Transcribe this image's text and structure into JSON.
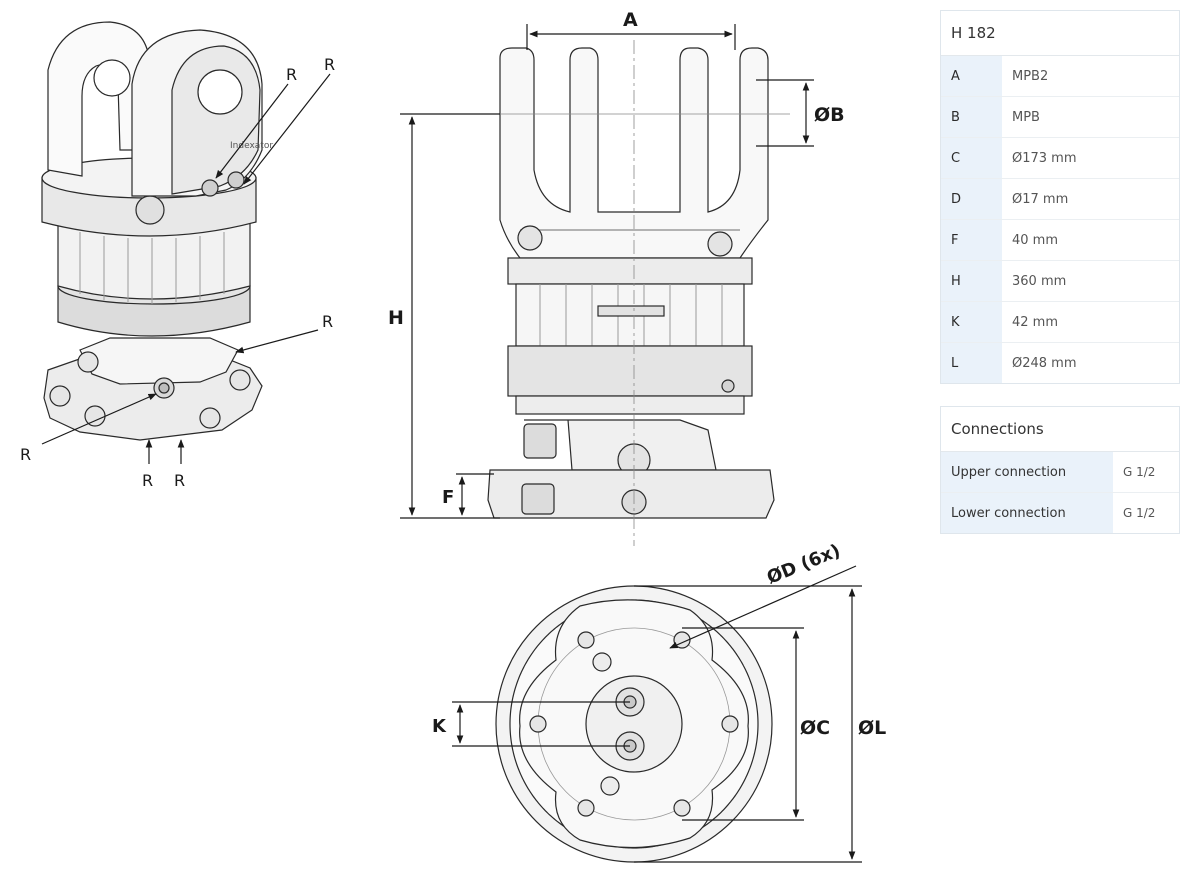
{
  "spec_table": {
    "title": "H 182",
    "rows": [
      {
        "key": "A",
        "value": "MPB2"
      },
      {
        "key": "B",
        "value": "MPB"
      },
      {
        "key": "C",
        "value": "Ø173 mm"
      },
      {
        "key": "D",
        "value": "Ø17 mm"
      },
      {
        "key": "F",
        "value": "40 mm"
      },
      {
        "key": "H",
        "value": "360 mm"
      },
      {
        "key": "K",
        "value": "42 mm"
      },
      {
        "key": "L",
        "value": "Ø248 mm"
      }
    ]
  },
  "connections_table": {
    "title": "Connections",
    "rows": [
      {
        "key": "Upper connection",
        "value": "G 1/2"
      },
      {
        "key": "Lower connection",
        "value": "G 1/2"
      }
    ]
  },
  "drawing": {
    "port_label": "R",
    "dim_A": "A",
    "dim_B": "ØB",
    "dim_H": "H",
    "dim_F": "F",
    "dim_D": "ØD (6x)",
    "dim_K": "K",
    "dim_C": "ØC",
    "dim_L": "ØL",
    "logo_text": "Indexator"
  },
  "colors": {
    "label_bg": "#eaf2fa",
    "border": "#dfe6ec",
    "line": "#1a1a1a"
  }
}
